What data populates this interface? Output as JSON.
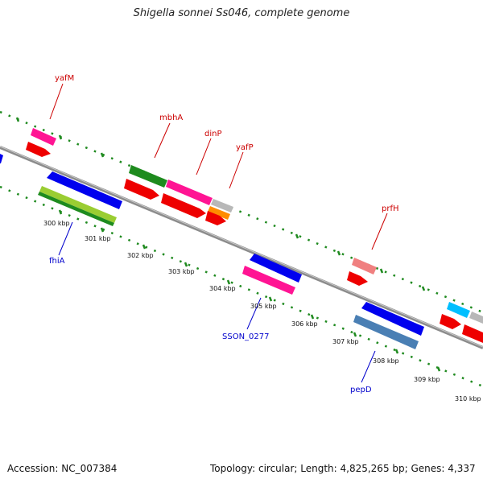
{
  "title": "Shigella sonnei Ss046, complete genome",
  "accession": "Accession: NC_007384",
  "topology": "Topology: circular; Length: 4,825,265 bp; Genes: 4,337",
  "colors": {
    "backbone": "#8c8c8c",
    "tick": "#1f8a1f",
    "upper_label": "#cc0000",
    "lower_label": "#0000cc",
    "scale_text": "#111111"
  },
  "scale_labels": [
    "300 kbp",
    "301 kbp",
    "302 kbp",
    "303 kbp",
    "304 kbp",
    "305 kbp",
    "306 kbp",
    "307 kbp",
    "308 kbp",
    "309 kbp",
    "310 kbp"
  ],
  "upper_labels": [
    "yafM",
    "mbhA",
    "dinP",
    "yafP",
    "prfH"
  ],
  "lower_labels": [
    "fhiA",
    "SSON_0277",
    "pepD"
  ]
}
